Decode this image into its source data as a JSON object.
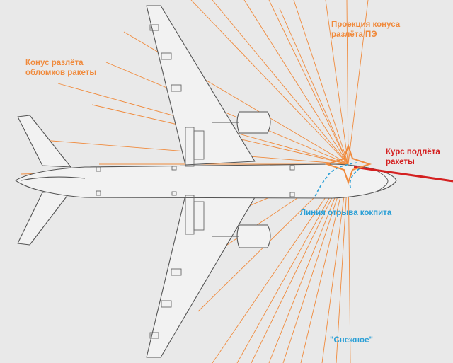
{
  "labels": {
    "debris_cone": "Конус разлёта\nобломков ракеты",
    "pe_cone_projection": "Проекция конуса\nразлёта ПЭ",
    "missile_course": "Курс подлёта\nракеты",
    "cockpit_separation": "Линия отрыва кокпита",
    "location": "\"Снежное\""
  },
  "colors": {
    "background": "#e9e9e9",
    "airframe": "#555555",
    "debris_cone": "#f08a3c",
    "pe_cone_projection": "#f08a3c",
    "missile_course": "#d42020",
    "cockpit_separation": "#2a9fd6",
    "location": "#2a9fd6"
  }
}
